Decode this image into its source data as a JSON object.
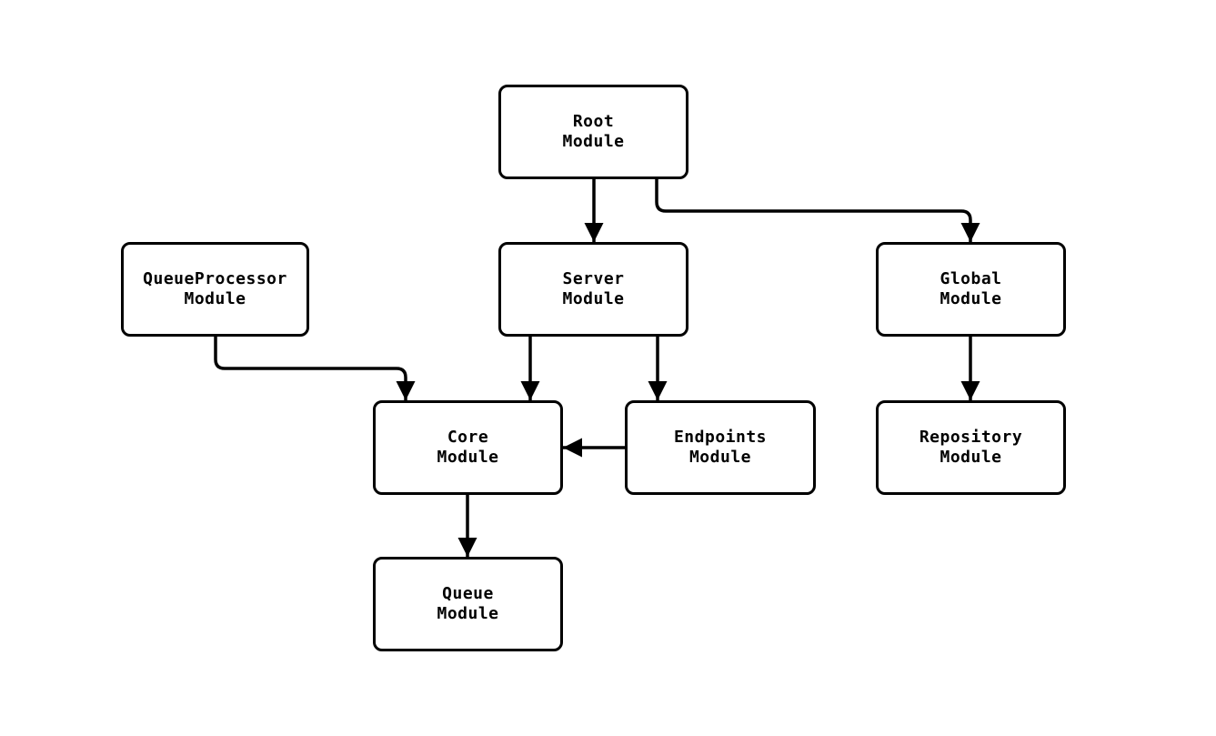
{
  "diagram": {
    "type": "module-dependency-graph",
    "background_color": "#ffffff",
    "node_border_color": "#000000",
    "node_fill_color": "#ffffff",
    "edge_color": "#000000",
    "text_color": "#000000",
    "nodes": [
      {
        "id": "root",
        "label": "Root\nModule"
      },
      {
        "id": "queueprocessor",
        "label": "QueueProcessor\nModule"
      },
      {
        "id": "server",
        "label": "Server\nModule"
      },
      {
        "id": "global",
        "label": "Global\nModule"
      },
      {
        "id": "core",
        "label": "Core\nModule"
      },
      {
        "id": "endpoints",
        "label": "Endpoints\nModule"
      },
      {
        "id": "repository",
        "label": "Repository\nModule"
      },
      {
        "id": "queue",
        "label": "Queue\nModule"
      }
    ],
    "edges": [
      {
        "from": "root",
        "to": "server"
      },
      {
        "from": "root",
        "to": "global"
      },
      {
        "from": "queueprocessor",
        "to": "core"
      },
      {
        "from": "server",
        "to": "core"
      },
      {
        "from": "server",
        "to": "endpoints"
      },
      {
        "from": "endpoints",
        "to": "core"
      },
      {
        "from": "global",
        "to": "repository"
      },
      {
        "from": "core",
        "to": "queue"
      }
    ]
  }
}
